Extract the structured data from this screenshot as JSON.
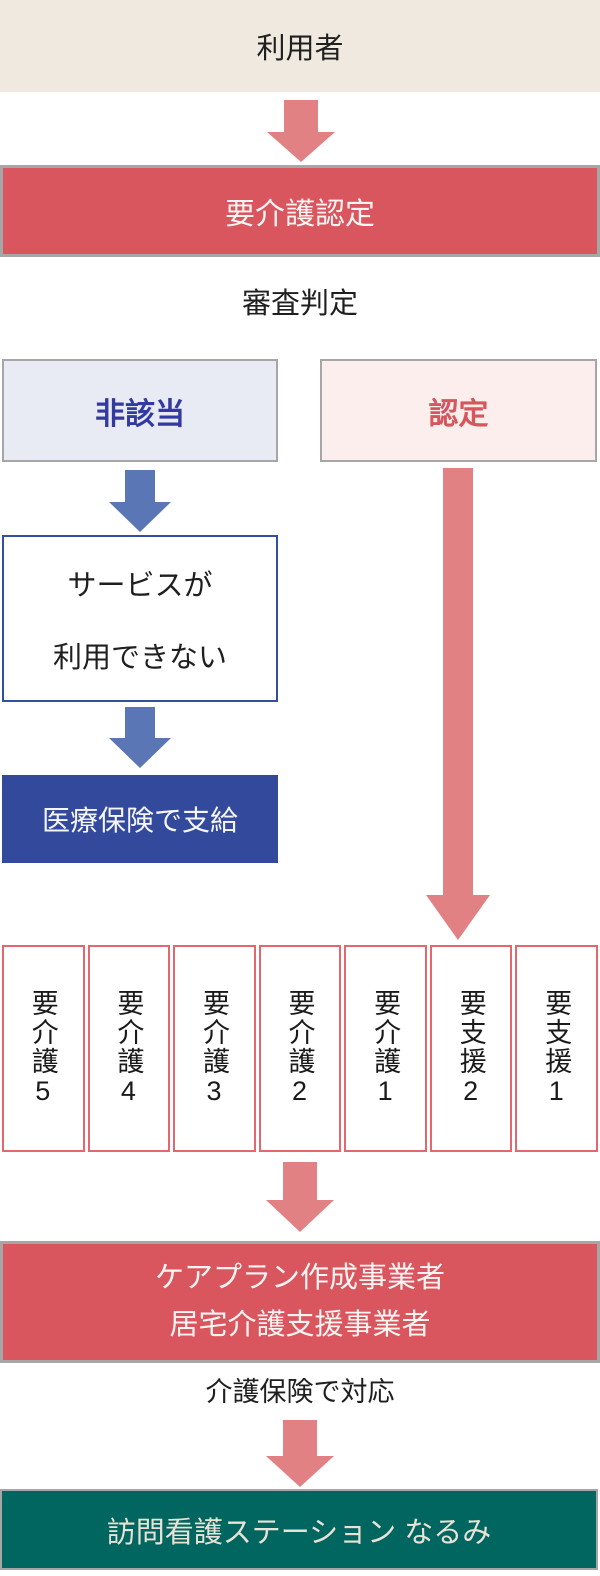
{
  "colors": {
    "beige_box_bg": "#f0e9e0",
    "red_box_bg": "#d9565e",
    "gray_border": "#a6a6a6",
    "arrow_pink": "#e28183",
    "arrow_blue": "#5b76b4",
    "lavender_box_bg": "#e8eaf4",
    "indigo_text": "#3239a0",
    "pink_box_bg": "#fbeeec",
    "red_text": "#d4575d",
    "blue_border": "#33509e",
    "dark_blue_bg": "#33499c",
    "level_border": "#e2686d",
    "teal_bg": "#00665f",
    "teal_text": "#eae2d6",
    "text_dark": "#1f1f1f"
  },
  "icons": {
    "flow_arrow": "arrow-down"
  },
  "flow": {
    "user_label": "利用者",
    "certification_label": "要介護認定",
    "screening_label": "審査判定",
    "not_applicable_label": "非該当",
    "certified_label": "認定",
    "no_service_lines": [
      "サービスが",
      "利用できない"
    ],
    "medical_insurance_label": "医療保険で支給",
    "levels": [
      "要介護5",
      "要介護4",
      "要介護3",
      "要介護2",
      "要介護1",
      "要支援2",
      "要支援1"
    ],
    "careplan_lines": [
      "ケアプラン作成事業者",
      "居宅介護支援事業者"
    ],
    "insurance_response_label": "介護保険で対応",
    "narumi_label": "訪問看護ステーション なるみ"
  }
}
